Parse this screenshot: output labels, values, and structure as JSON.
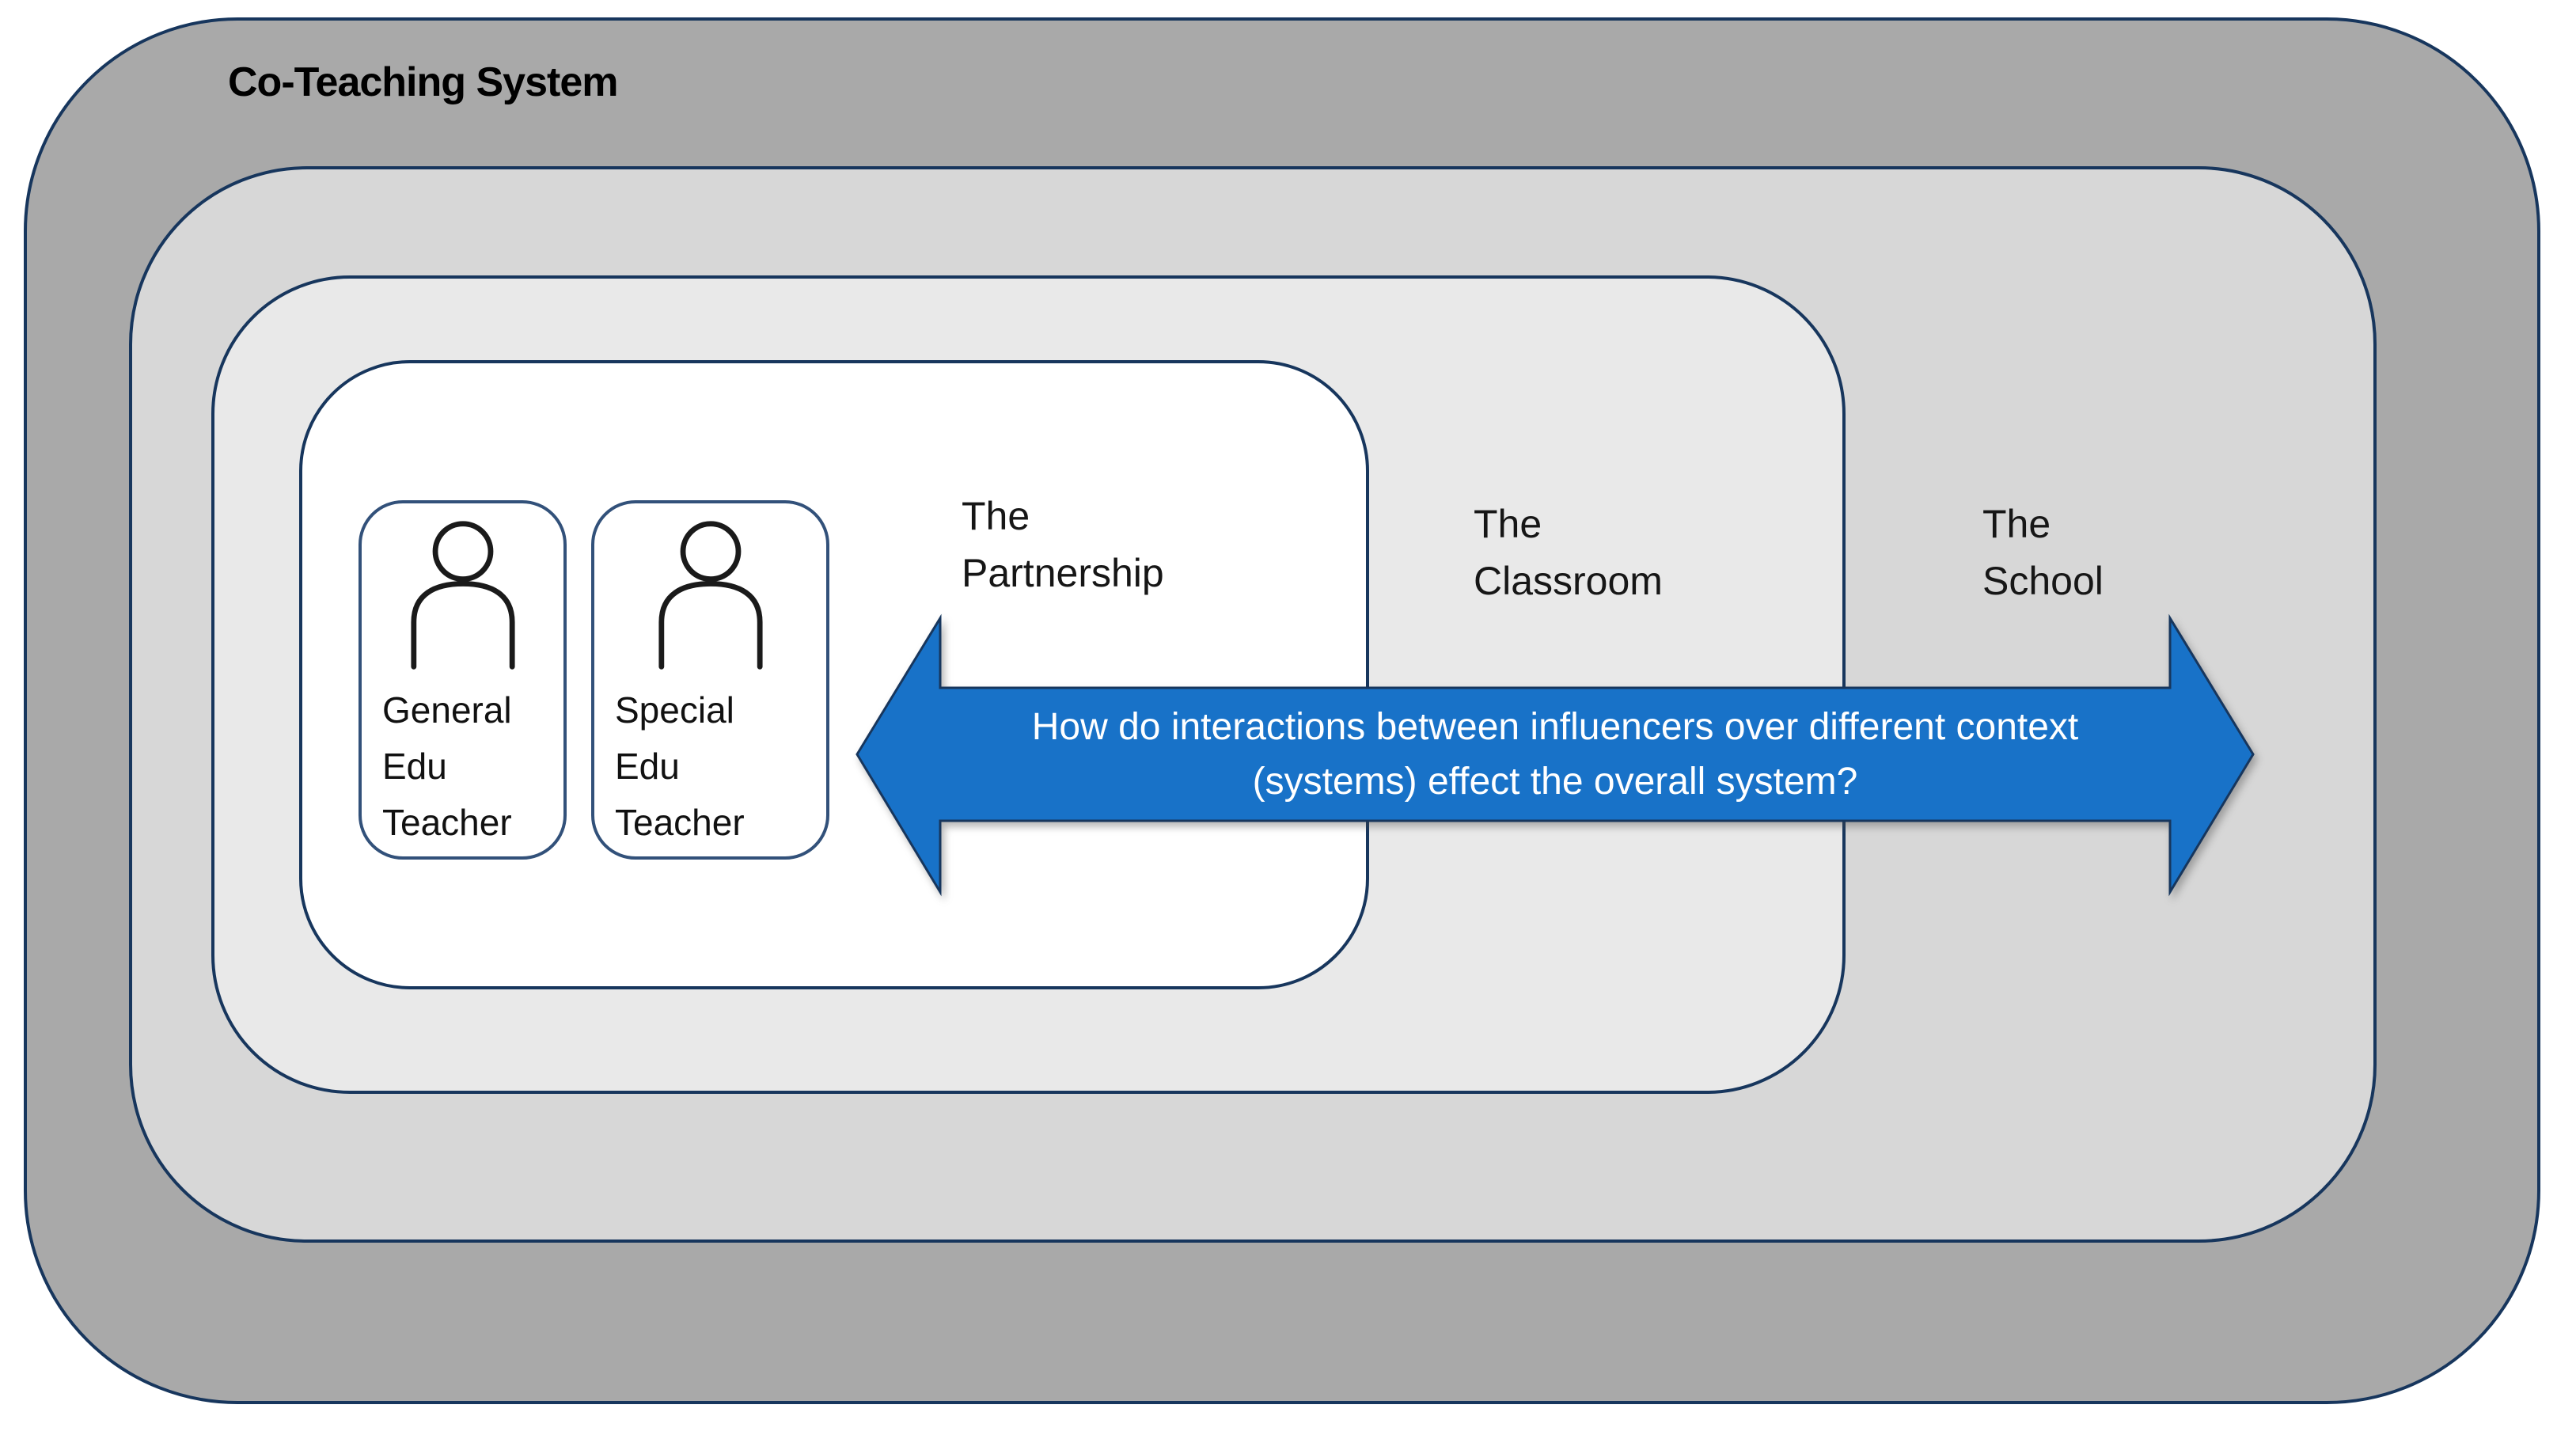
{
  "diagram": {
    "title": "Co-Teaching System",
    "border_color": "#17365d",
    "layers": {
      "outer": {
        "name": "Co-Teaching System",
        "fill": "#a9a9a9"
      },
      "school": {
        "lines": [
          "The",
          "School"
        ],
        "fill": "#d7d7d7"
      },
      "classroom": {
        "lines": [
          "The",
          "Classroom"
        ],
        "fill": "#e9e9e9"
      },
      "partnership": {
        "lines": [
          "The",
          "Partnership"
        ],
        "fill": "#ffffff"
      }
    },
    "teachers": [
      {
        "lines": [
          "General",
          "Edu",
          "Teacher"
        ]
      },
      {
        "lines": [
          "Special",
          "Edu",
          "Teacher"
        ]
      }
    ],
    "arrow": {
      "fill": "#1872c8",
      "outline": "#17365d",
      "text_color": "#ffffff",
      "lines": [
        "How do interactions between influencers over different context",
        "(systems) effect the overall system?"
      ]
    }
  }
}
